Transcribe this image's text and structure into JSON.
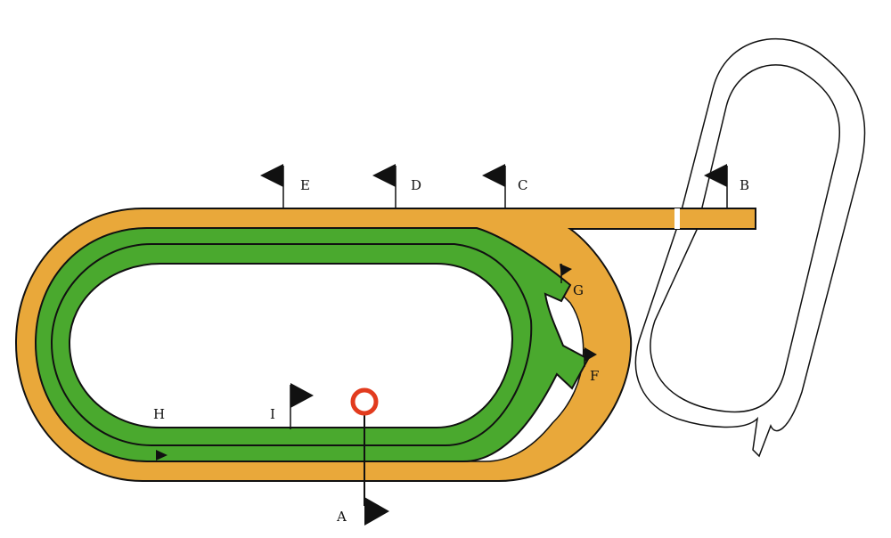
{
  "markers": [
    {
      "id": "A",
      "label": "A"
    },
    {
      "id": "B",
      "label": "B"
    },
    {
      "id": "C",
      "label": "C"
    },
    {
      "id": "D",
      "label": "D"
    },
    {
      "id": "E",
      "label": "E"
    },
    {
      "id": "F",
      "label": "F"
    },
    {
      "id": "G",
      "label": "G"
    },
    {
      "id": "H",
      "label": "H"
    },
    {
      "id": "I",
      "label": "I"
    }
  ],
  "colors": {
    "outer_track": "#e9a83a",
    "inner_track": "#4aa92e",
    "outline": "#111111",
    "winning_post": "#e23b1e",
    "training_track": "#ffffff"
  }
}
